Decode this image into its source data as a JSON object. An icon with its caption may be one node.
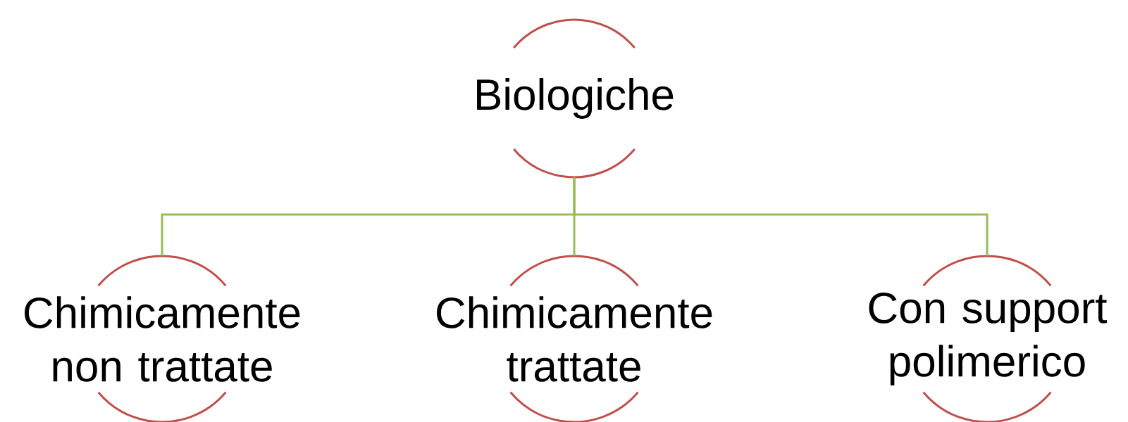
{
  "diagram": {
    "nodes": [
      {
        "text": [
          "Biologiche"
        ]
      },
      {
        "text": [
          "Chimicamente non trattate"
        ]
      },
      {
        "text": [
          "Chimicamente trattate"
        ]
      },
      {
        "text": [
          "Con support polimerico"
        ]
      }
    ],
    "edges": [
      {
        "from": 0,
        "to": 1,
        "arrow": "none"
      },
      {
        "from": 0,
        "to": 2,
        "arrow": "none"
      },
      {
        "from": 0,
        "to": 3,
        "arrow": "none"
      }
    ]
  }
}
